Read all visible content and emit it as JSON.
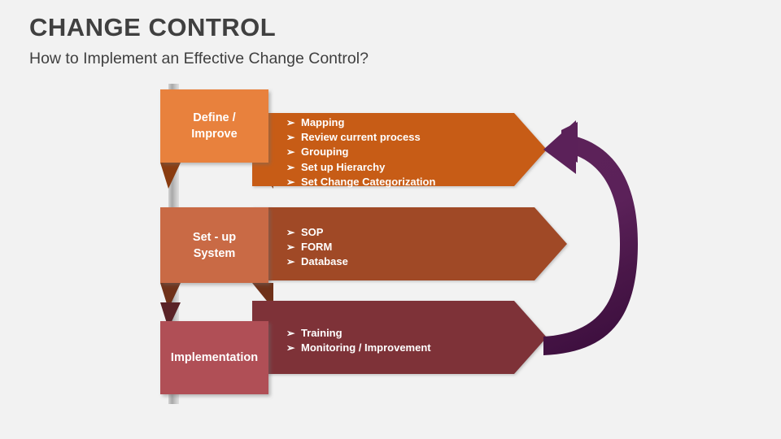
{
  "header": {
    "title": "CHANGE CONTROL",
    "subtitle": "How to Implement an Effective Change Control?"
  },
  "theme": {
    "background": "#f2f2f2",
    "title_color": "#404040",
    "subtitle_color": "#3f3f3f",
    "ribbon_color": "#b6b6b6",
    "cycle_arrow_color": "#5b2159",
    "cycle_arrow_color_dark": "#3f1040",
    "text_on_fill": "#ffffff"
  },
  "diagram": {
    "type": "process-cycle",
    "bullet_glyph": "➢",
    "cycle_arrow_name": "return-loop-arrow",
    "stages": [
      {
        "id": "define-improve",
        "label": "Define /\nImprove",
        "box_color": "#e8813c",
        "arrow_color": "#c75b14",
        "fold_color": "#8a3c10",
        "items": [
          "Mapping",
          "Review current process",
          "Grouping",
          "Set up Hierarchy",
          "Set Change Categorization"
        ]
      },
      {
        "id": "set-up-system",
        "label": "Set - up\nSystem",
        "box_color": "#c96a45",
        "arrow_color": "#a04a28",
        "fold_color": "#6f3119",
        "items": [
          "SOP",
          "FORM",
          "Database"
        ]
      },
      {
        "id": "implementation",
        "label": "Implementation",
        "box_color": "#b05057",
        "arrow_color": "#7e3338",
        "fold_color": "#5a2327",
        "items": [
          "Training",
          "Monitoring / Improvement"
        ]
      }
    ]
  }
}
